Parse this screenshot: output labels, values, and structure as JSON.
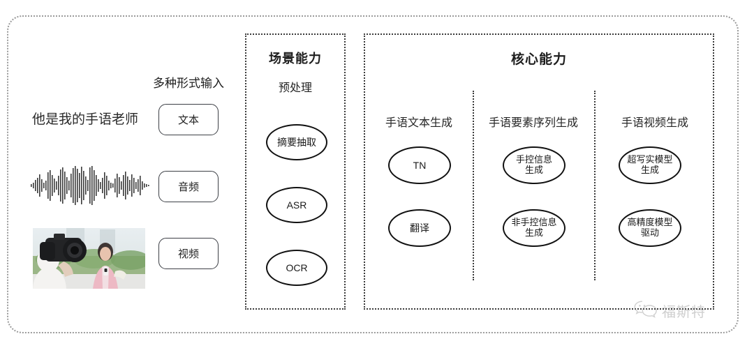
{
  "diagram": {
    "input_section": {
      "heading": "多种形式输入",
      "sample_sentence": "他是我的手语老师",
      "modalities": [
        {
          "label": "文本",
          "icon": "text-icon"
        },
        {
          "label": "音频",
          "icon": "waveform-icon"
        },
        {
          "label": "视频",
          "icon": "video-thumbnail-icon"
        }
      ]
    },
    "scene_panel": {
      "title": "场景能力",
      "subtitle": "预处理",
      "nodes": [
        "摘要抽取",
        "ASR",
        "OCR"
      ]
    },
    "core_panel": {
      "title": "核心能力",
      "columns": [
        {
          "label": "手语文本生成",
          "nodes": [
            "TN",
            "翻译"
          ]
        },
        {
          "label": "手语要素序列生成",
          "nodes": [
            "手控信息\n生成",
            "非手控信息\n生成"
          ]
        },
        {
          "label": "手语视频生成",
          "nodes": [
            "超写实模型\n生成",
            "高精度模型\n驱动"
          ]
        }
      ]
    },
    "watermark": {
      "text": "福斯特",
      "icon": "wechat-icon"
    },
    "colors": {
      "outer_border": "#9a9a9a",
      "panel_border": "#3a3a3a",
      "node_border": "#111111",
      "tagbox_border": "#3c3f45",
      "text": "#262626",
      "watermark": "#8e8e8e",
      "background": "#ffffff"
    }
  }
}
